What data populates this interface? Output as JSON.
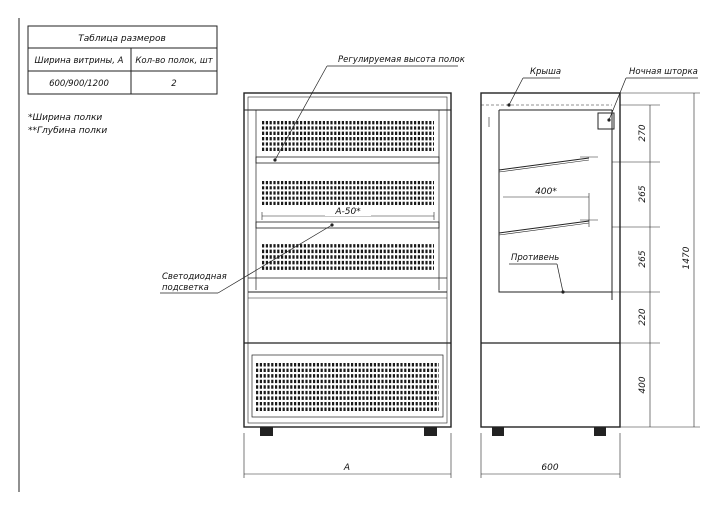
{
  "table": {
    "title": "Таблица размеров",
    "headers": [
      "Ширина витрины, А",
      "Кол-во полок, шт"
    ],
    "rows": [
      [
        "600/900/1200",
        "2"
      ]
    ]
  },
  "footnotes": [
    "*Ширина полки",
    "**Глубина полки"
  ],
  "front_view": {
    "label_shelf_height": "Регулируемая высота полок",
    "label_led": [
      "Светодиодная",
      "подсветка"
    ],
    "shelf_width": "A-50*",
    "width": "A"
  },
  "side_view": {
    "label_roof": "Крыша",
    "label_curtain": "Ночная шторка",
    "label_tray": "Противень",
    "shelf_depth": "400*",
    "depth": "600",
    "heights": [
      "270",
      "265",
      "265",
      "220",
      "400"
    ],
    "total_height": "1470"
  },
  "colors": {
    "line": "#222222",
    "grille": "#1a1a1a",
    "background": "#ffffff"
  }
}
